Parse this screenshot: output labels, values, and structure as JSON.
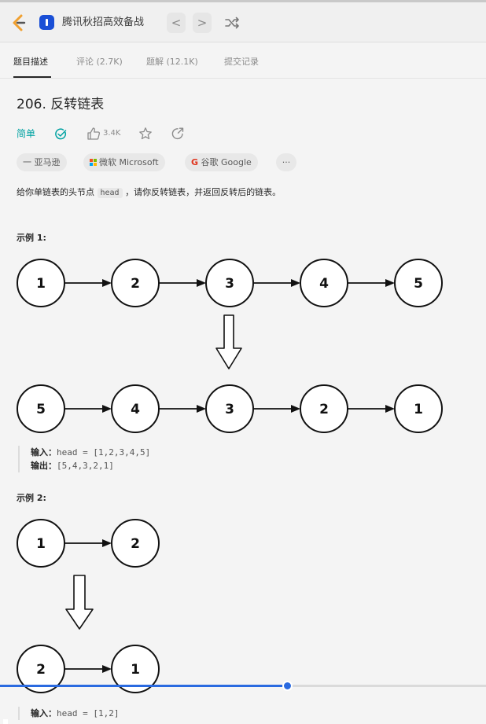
{
  "navbar": {
    "problem_list_title": "腾讯秋招高效备战",
    "prev_label": "<",
    "next_label": ">",
    "brand_color": "#f0a030"
  },
  "tabs": [
    {
      "label": "题目描述",
      "active": true
    },
    {
      "label": "评论 (2.7K)",
      "active": false
    },
    {
      "label": "题解 (12.1K)",
      "active": false
    },
    {
      "label": "提交记录",
      "active": false
    }
  ],
  "problem": {
    "title": "206. 反转链表",
    "difficulty": "简单",
    "difficulty_color": "#00a2a2",
    "likes": "3.4K",
    "companies": [
      {
        "prefix": "一",
        "name": "亚马逊"
      },
      {
        "name": "微软 Microsoft"
      },
      {
        "prefix": "G",
        "name": "谷歌 Google"
      },
      {
        "name": "···"
      }
    ],
    "description": {
      "before": "给你单链表的头节点 ",
      "code": "head",
      "after": " ，请你反转链表，并返回反转后的链表。"
    }
  },
  "examples": [
    {
      "title": "示例 1:",
      "before_nodes": [
        "1",
        "2",
        "3",
        "4",
        "5"
      ],
      "after_nodes": [
        "5",
        "4",
        "3",
        "2",
        "1"
      ],
      "input_label": "输入：",
      "input": "head = [1,2,3,4,5]",
      "output_label": "输出：",
      "output": "[5,4,3,2,1]"
    },
    {
      "title": "示例 2:",
      "before_nodes": [
        "1",
        "2"
      ],
      "after_nodes": [
        "2",
        "1"
      ],
      "input_label": "输入：",
      "input": "head = [1,2]"
    }
  ],
  "video_progress": {
    "fraction": 0.59,
    "color": "#2a6ae0"
  }
}
